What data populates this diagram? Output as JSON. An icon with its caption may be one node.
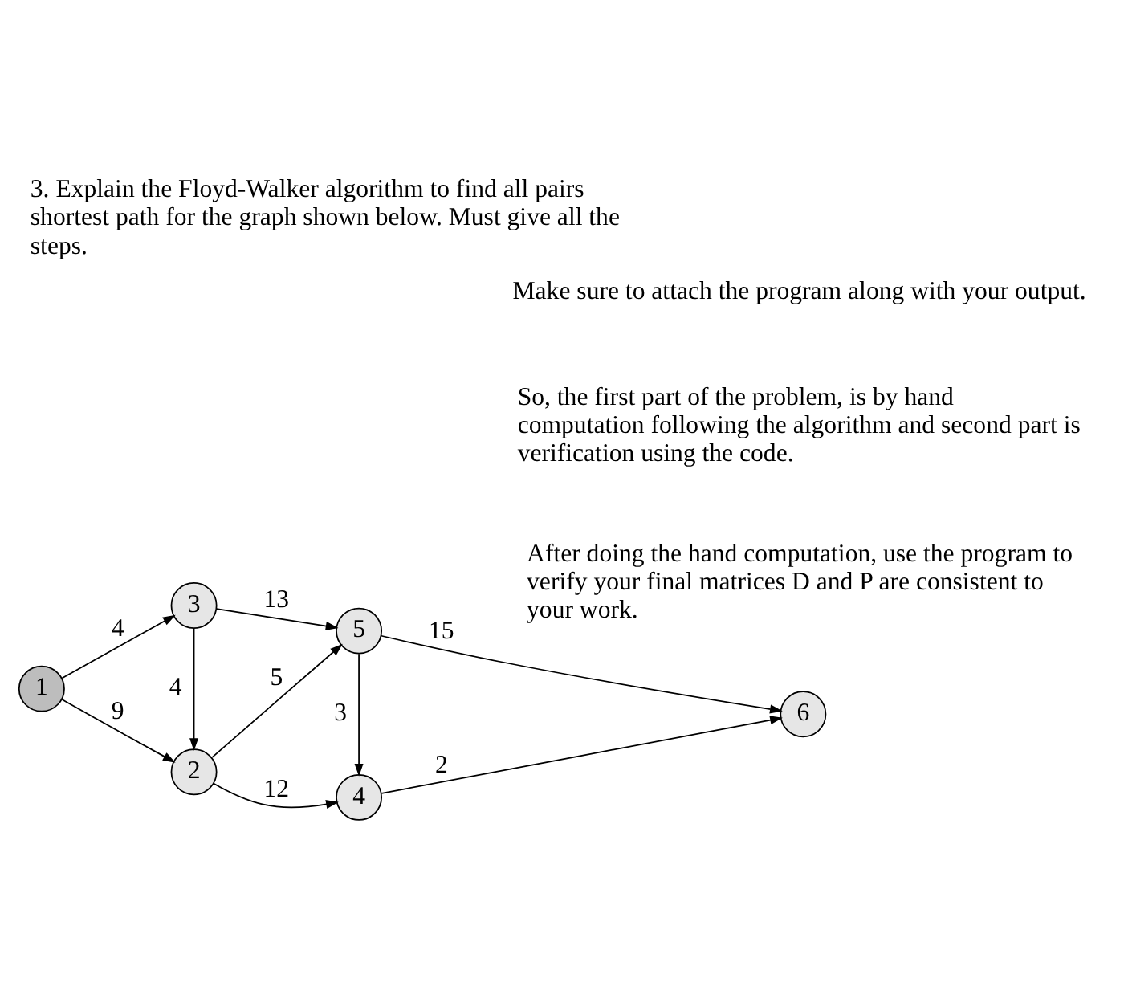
{
  "diagram": {
    "title": "3. Explain the Floyd-Walker algorithm to find all pairs shortest path for the graph shown below. Must give all the steps.",
    "nodes": [
      {
        "text": [
          "1"
        ]
      },
      {
        "text": [
          "2"
        ]
      },
      {
        "text": [
          "3"
        ]
      },
      {
        "text": [
          "4"
        ]
      },
      {
        "text": [
          "5"
        ]
      },
      {
        "text": [
          "6"
        ]
      }
    ],
    "edges": [
      {
        "from": 0,
        "to": 1,
        "arrow": "to",
        "label": "9"
      },
      {
        "from": 0,
        "to": 2,
        "arrow": "to",
        "label": "4"
      },
      {
        "from": 2,
        "to": 1,
        "arrow": "to",
        "label": "4"
      },
      {
        "from": 1,
        "to": 3,
        "arrow": "to",
        "label": "12"
      },
      {
        "from": 1,
        "to": 4,
        "arrow": "to",
        "label": "5"
      },
      {
        "from": 2,
        "to": 4,
        "arrow": "to",
        "label": "13"
      },
      {
        "from": 4,
        "to": 3,
        "arrow": "to",
        "label": "3"
      },
      {
        "from": 3,
        "to": 5,
        "arrow": "to",
        "label": "2"
      },
      {
        "from": 4,
        "to": 5,
        "arrow": "to",
        "label": "15"
      }
    ],
    "labels": [
      "After doing the hand computation, use the program to verify your final matrices D and P are consistent to your work.",
      "So, the first part of the problem, is by hand computation following the algorithm and second part is verification using the code.",
      "Make sure to attach the program along with your output."
    ]
  }
}
